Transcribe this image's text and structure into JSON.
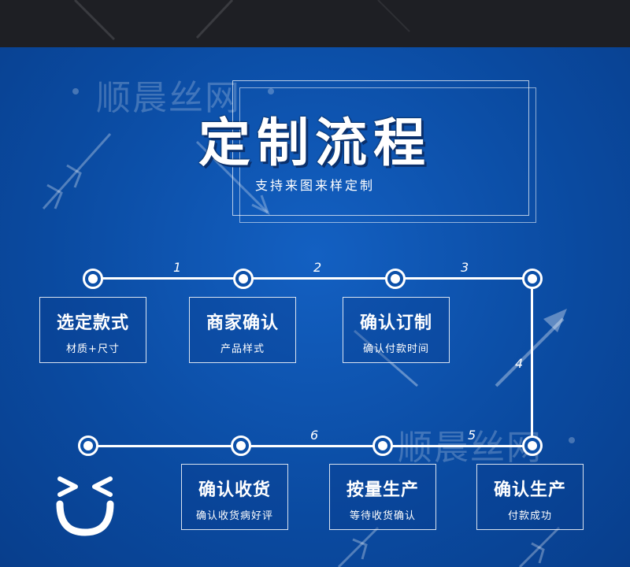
{
  "watermark_text": "顺晨丝网",
  "title": "定制流程",
  "subtitle": "支持来图来样定制",
  "steps": [
    {
      "title": "选定款式",
      "sub": "材质+尺寸"
    },
    {
      "title": "商家确认",
      "sub": "产品样式"
    },
    {
      "title": "确认订制",
      "sub": "确认付款时间"
    },
    {
      "title": "确认生产",
      "sub": "付款成功"
    },
    {
      "title": "按量生产",
      "sub": "等待收货确认"
    },
    {
      "title": "确认收货",
      "sub": "确认收货病好评"
    }
  ],
  "step_numbers": [
    "1",
    "2",
    "3",
    "4",
    "5",
    "6"
  ],
  "colors": {
    "background": "#0b4fa8",
    "topbar": "#1e1f24",
    "accent": "#ffffff"
  },
  "icons": [
    "smiley-face-icon",
    "arrow-icon"
  ]
}
